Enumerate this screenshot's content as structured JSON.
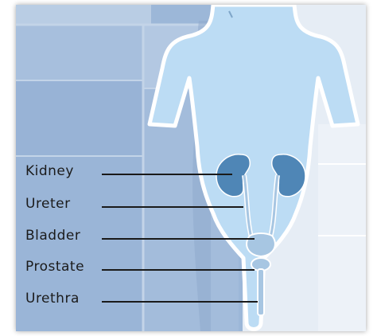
{
  "diagram": {
    "labels": {
      "kidney": "Kidney",
      "ureter": "Ureter",
      "bladder": "Bladder",
      "prostate": "Prostate",
      "urethra": "Urethra"
    },
    "colors": {
      "background_panel": "#9fb9d9",
      "background_light": "#c7d6e8",
      "body_fill": "#bcdcf4",
      "body_outline": "#ffffff",
      "kidney": "#4f86b6",
      "ureter": "#a7c6e2",
      "leader_line": "#1a1a1a"
    }
  }
}
